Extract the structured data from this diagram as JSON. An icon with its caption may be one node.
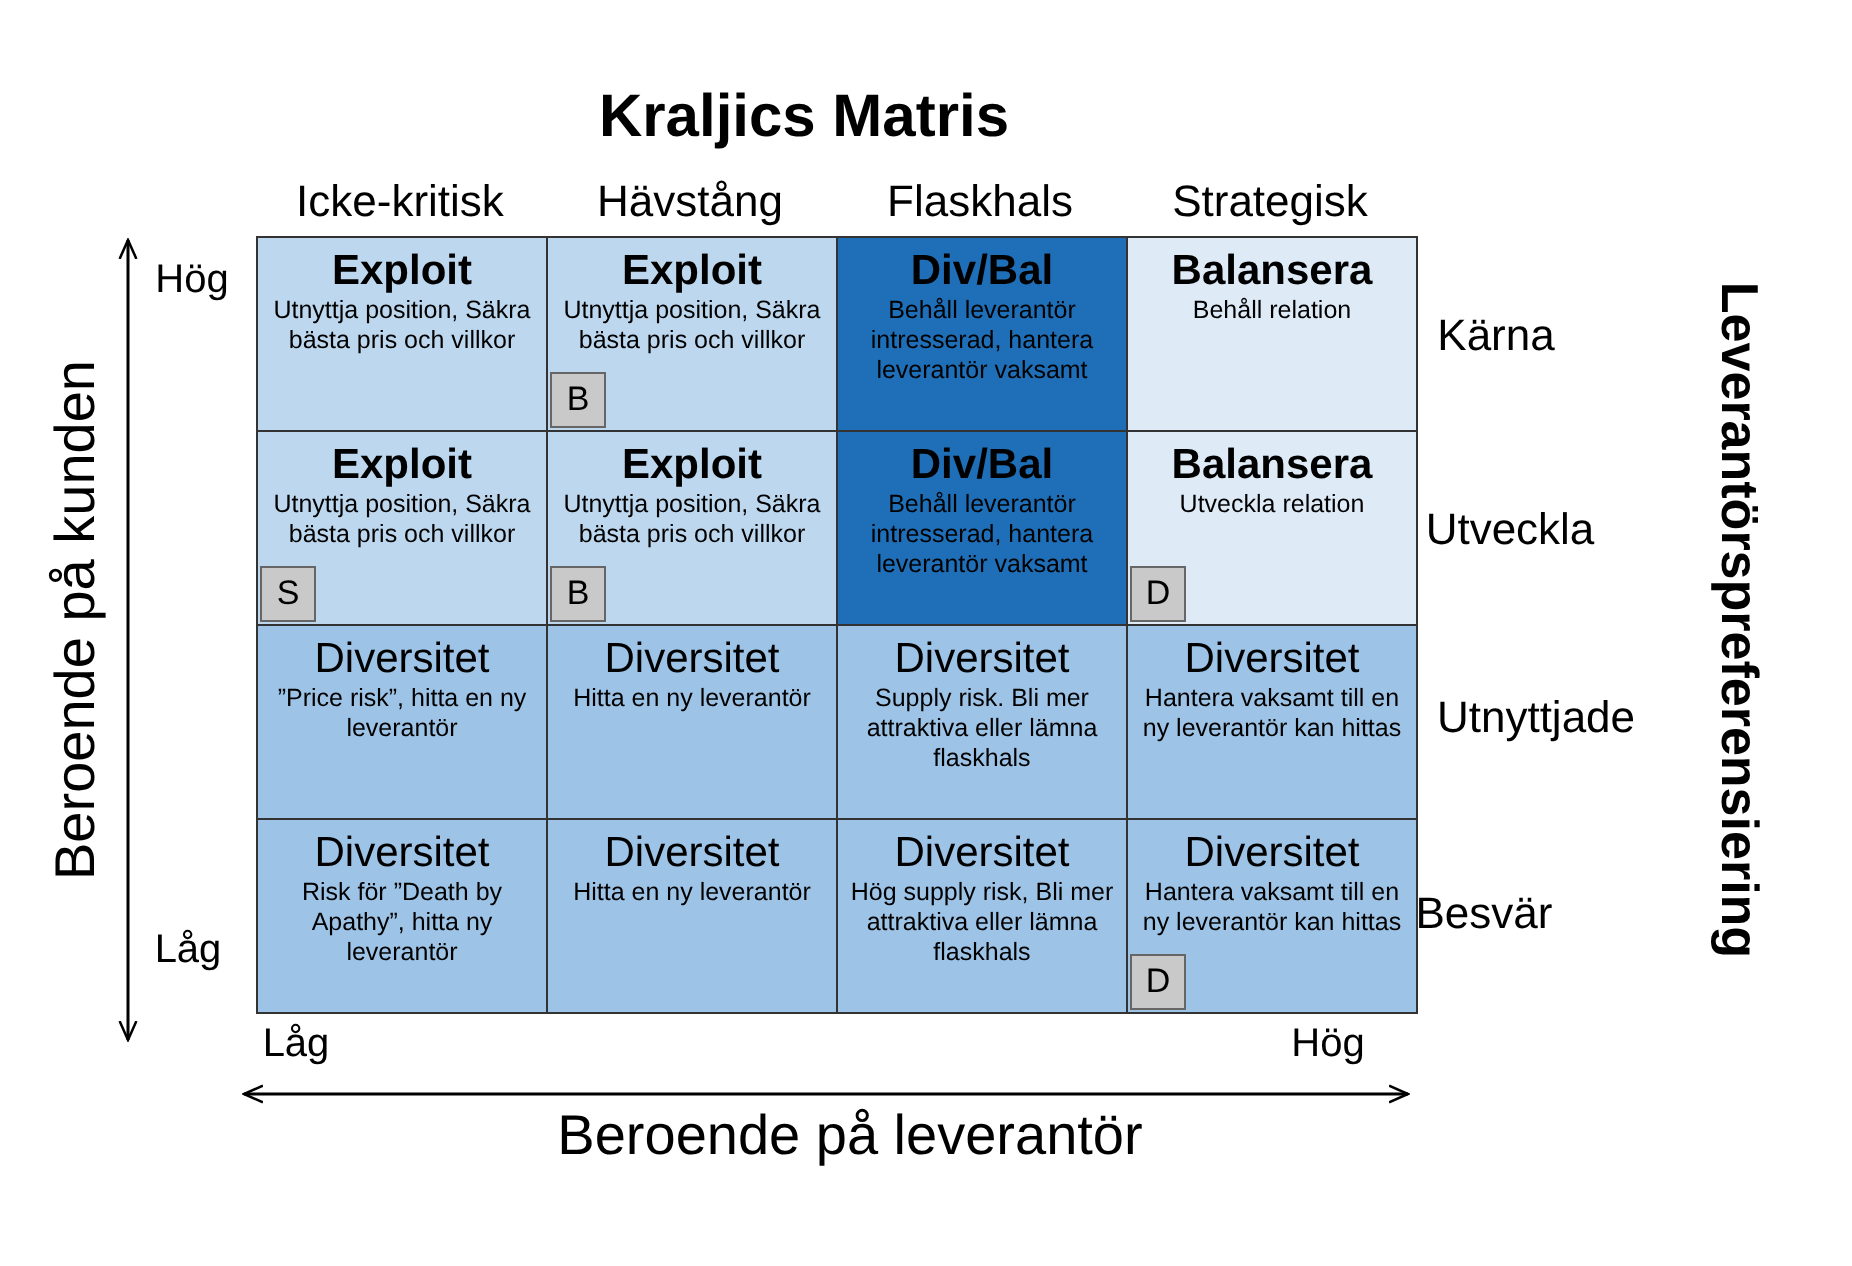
{
  "diagram": {
    "title": "Kraljics Matris",
    "nodes": [
      {
        "text": [
          "Exploit",
          "Utnyttja position, Säkra bästa pris och villkor"
        ]
      },
      {
        "text": [
          "Exploit",
          "Utnyttja position, Säkra bästa pris och villkor"
        ]
      },
      {
        "text": [
          "B"
        ],
        "in": 1
      },
      {
        "text": [
          "Div/Bal",
          "Behåll leverantör intresserad, hantera leverantör vaksamt"
        ]
      },
      {
        "text": [
          "Balansera",
          "Behåll relation"
        ]
      },
      {
        "text": [
          "Exploit",
          "Utnyttja position, Säkra bästa pris och villkor"
        ]
      },
      {
        "text": [
          "S"
        ],
        "in": 5
      },
      {
        "text": [
          "Exploit",
          "Utnyttja position, Säkra bästa pris och villkor"
        ]
      },
      {
        "text": [
          "B"
        ],
        "in": 7
      },
      {
        "text": [
          "Div/Bal",
          "Behåll leverantör intresserad, hantera leverantör vaksamt"
        ]
      },
      {
        "text": [
          "Balansera",
          "Utveckla relation"
        ]
      },
      {
        "text": [
          "D"
        ],
        "in": 10
      },
      {
        "text": [
          "Diversitet",
          "”Price risk”, hitta en ny leverantör"
        ]
      },
      {
        "text": [
          "Diversitet",
          "Hitta en ny leverantör"
        ]
      },
      {
        "text": [
          "Diversitet",
          "Supply risk. Bli mer attraktiva eller lämna flaskhals"
        ]
      },
      {
        "text": [
          "Diversitet",
          "Hantera vaksamt till en ny leverantör kan hittas"
        ]
      },
      {
        "text": [
          "Diversitet",
          "Risk för ”Death by Apathy”, hitta ny leverantör"
        ]
      },
      {
        "text": [
          "Diversitet",
          "Hitta en ny leverantör"
        ]
      },
      {
        "text": [
          "Diversitet",
          "Hög supply risk, Bli mer attraktiva eller lämna flaskhals"
        ]
      },
      {
        "text": [
          "Diversitet",
          "Hantera vaksamt till en ny leverantör kan hittas"
        ]
      },
      {
        "text": [
          "D"
        ],
        "in": 19
      }
    ],
    "labels": [
      "Icke-kritisk",
      "Hävstång",
      "Flaskhals",
      "Strategisk",
      "Hög",
      "Leverantörspreferensiering",
      "Kärna",
      "Utveckla",
      "Beroende på kunden",
      "Utnyttjade",
      "Besvär",
      "Låg",
      "Låg",
      "Hög",
      "Beroende på leverantör"
    ]
  }
}
